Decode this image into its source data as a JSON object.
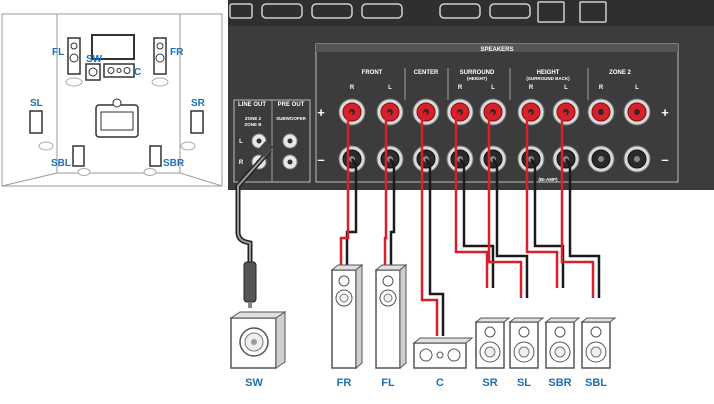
{
  "room": {
    "labels": {
      "fl": "FL",
      "sw": "SW",
      "c": "C",
      "fr": "FR",
      "sl": "SL",
      "sr": "SR",
      "sbl": "SBL",
      "sbr": "SBR"
    }
  },
  "panel": {
    "speakers_header": "SPEAKERS",
    "groups": {
      "front": "FRONT",
      "center": "CENTER",
      "surround": "SURROUND",
      "surround_sub": "(HEIGHT)",
      "height": "HEIGHT",
      "height_sub": "(SURROUND BACK)",
      "zone2": "ZONE 2"
    },
    "terminal_lr": [
      "R",
      "L",
      "R",
      "L",
      "R",
      "L",
      "R",
      "L"
    ],
    "plus": "+",
    "minus": "–",
    "bi_amp": "(BI-AMP)",
    "line_out": "LINE OUT",
    "pre_out": "PRE OUT",
    "zone_b_1": "ZONE 2",
    "zone_b_2": "ZONE B",
    "subwoofer": "SUBWOOFER",
    "jack_l": "L",
    "jack_r": "R"
  },
  "speakers": {
    "sw": "SW",
    "fr": "FR",
    "fl": "FL",
    "c": "C",
    "sr": "SR",
    "sl": "SL",
    "sbr": "SBR",
    "sbl": "SBL"
  },
  "colors": {
    "accent": "#1f6fb5",
    "positive": "#d9202a",
    "panel": "#3c3c3c",
    "panel_dark": "#2a2a2a"
  }
}
